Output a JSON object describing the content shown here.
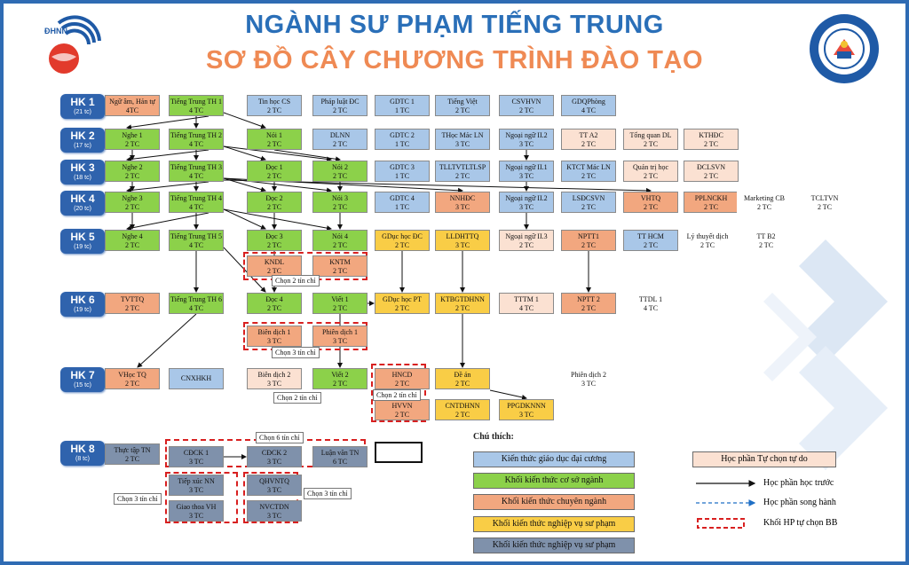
{
  "title_line1": "NGÀNH SƯ PHẠM TIẾNG TRUNG",
  "title_line2": "SƠ ĐỒ CÂY CHƯƠNG TRÌNH ĐÀO TẠO",
  "logo_left_text": "ĐHNN",
  "semesters": [
    {
      "label": "HK 1",
      "credits": "(21 tc)"
    },
    {
      "label": "HK 2",
      "credits": "(17 tc)"
    },
    {
      "label": "HK 3",
      "credits": "(18 tc)"
    },
    {
      "label": "HK 4",
      "credits": "(20 tc)"
    },
    {
      "label": "HK 5",
      "credits": "(19 tc)"
    },
    {
      "label": "HK 6",
      "credits": "(19 tc)"
    },
    {
      "label": "HK 7",
      "credits": "(15 tc)"
    },
    {
      "label": "HK 8",
      "credits": "(8 tc)"
    }
  ],
  "colors": {
    "blue": "#a9c7e8",
    "green": "#8cd14a",
    "orange": "#f2a77f",
    "yellow": "#f9cd46",
    "gray": "#7f91ab",
    "pink": "#fbe1d2",
    "title_blue": "#2a6fb8",
    "title_orange": "#ef8a54",
    "dashed_red": "#d82020"
  },
  "courses": [
    {
      "id": "ngu_am",
      "name": "Ngữ âm, Hán tự",
      "credits": "4TC",
      "color": "orange"
    },
    {
      "id": "tt1",
      "name": "Tiếng Trung TH 1",
      "credits": "4 TC",
      "color": "green"
    },
    {
      "id": "tinhoc",
      "name": "Tin học CS",
      "credits": "2 TC",
      "color": "blue"
    },
    {
      "id": "phapluat",
      "name": "Pháp luật ĐC",
      "credits": "2 TC",
      "color": "blue"
    },
    {
      "id": "gdtc1",
      "name": "GDTC 1",
      "credits": "1 TC",
      "color": "blue"
    },
    {
      "id": "tiengviet",
      "name": "Tiếng Việt",
      "credits": "2 TC",
      "color": "blue"
    },
    {
      "id": "csvhvn",
      "name": "CSVHVN",
      "credits": "2 TC",
      "color": "blue"
    },
    {
      "id": "gdqp",
      "name": "GDQPhòng",
      "credits": "4 TC",
      "color": "blue"
    },
    {
      "id": "nghe1",
      "name": "Nghe 1",
      "credits": "2 TC",
      "color": "green"
    },
    {
      "id": "tt2",
      "name": "Tiếng Trung TH 2",
      "credits": "4 TC",
      "color": "green"
    },
    {
      "id": "noi1",
      "name": "Nói 1",
      "credits": "2 TC",
      "color": "green"
    },
    {
      "id": "dlnn",
      "name": "DLNN",
      "credits": "2 TC",
      "color": "blue"
    },
    {
      "id": "gdtc2",
      "name": "GDTC 2",
      "credits": "1 TC",
      "color": "blue"
    },
    {
      "id": "thoc",
      "name": "THọc Mác LN",
      "credits": "3 TC",
      "color": "blue"
    },
    {
      "id": "nn2_1",
      "name": "Ngoại ngữ II.2",
      "credits": "3 TC",
      "color": "blue"
    },
    {
      "id": "tta2",
      "name": "TT A2",
      "credits": "2 TC",
      "color": "pink"
    },
    {
      "id": "tongquan",
      "name": "Tổng quan DL",
      "credits": "2 TC",
      "color": "pink"
    },
    {
      "id": "kthdc",
      "name": "KTHĐC",
      "credits": "2 TC",
      "color": "pink"
    },
    {
      "id": "nghe2",
      "name": "Nghe 2",
      "credits": "2 TC",
      "color": "green"
    },
    {
      "id": "tt3",
      "name": "Tiếng Trung TH 3",
      "credits": "4 TC",
      "color": "green"
    },
    {
      "id": "doc1",
      "name": "Đọc 1",
      "credits": "2 TC",
      "color": "green"
    },
    {
      "id": "noi2",
      "name": "Nói 2",
      "credits": "2 TC",
      "color": "green"
    },
    {
      "id": "gdtc3",
      "name": "GDTC 3",
      "credits": "1 TC",
      "color": "blue"
    },
    {
      "id": "tltv",
      "name": "TLLTVTLTLSP",
      "credits": "2 TC",
      "color": "blue"
    },
    {
      "id": "nn2_2",
      "name": "Ngoại ngữ II.1",
      "credits": "3 TC",
      "color": "blue"
    },
    {
      "id": "ktct",
      "name": "KTCT Mác LN",
      "credits": "2 TC",
      "color": "blue"
    },
    {
      "id": "quantri",
      "name": "Quản trị học",
      "credits": "2 TC",
      "color": "pink"
    },
    {
      "id": "dclsvn",
      "name": "ĐCLSVN",
      "credits": "2 TC",
      "color": "pink"
    },
    {
      "id": "nghe3",
      "name": "Nghe 3",
      "credits": "2 TC",
      "color": "green"
    },
    {
      "id": "tt4",
      "name": "Tiếng Trung TH 4",
      "credits": "4 TC",
      "color": "green"
    },
    {
      "id": "doc2",
      "name": "Đọc 2",
      "credits": "2 TC",
      "color": "green"
    },
    {
      "id": "noi3",
      "name": "Nói 3",
      "credits": "2 TC",
      "color": "green"
    },
    {
      "id": "gdtc4",
      "name": "GDTC 4",
      "credits": "1 TC",
      "color": "blue"
    },
    {
      "id": "nnhdc",
      "name": "NNHĐC",
      "credits": "3 TC",
      "color": "orange"
    },
    {
      "id": "nn2_3",
      "name": "Ngoại ngữ II.2",
      "credits": "3 TC",
      "color": "blue"
    },
    {
      "id": "lsdcsvn",
      "name": "LSĐCSVN",
      "credits": "2 TC",
      "color": "blue"
    },
    {
      "id": "vhtq",
      "name": "VHTQ",
      "credits": "2 TC",
      "color": "orange"
    },
    {
      "id": "pplnckh",
      "name": "PPLNCKH",
      "credits": "2 TC",
      "color": "orange"
    },
    {
      "id": "marketing",
      "name": "Marketing CB",
      "credits": "2 TC",
      "color": "none"
    },
    {
      "id": "tcltvn",
      "name": "TCLTVN",
      "credits": "2 TC",
      "color": "none"
    },
    {
      "id": "nghe4",
      "name": "Nghe 4",
      "credits": "2 TC",
      "color": "green"
    },
    {
      "id": "tt5",
      "name": "Tiếng Trung TH 5",
      "credits": "4 TC",
      "color": "green"
    },
    {
      "id": "doc3",
      "name": "Đọc 3",
      "credits": "2 TC",
      "color": "green"
    },
    {
      "id": "noi4",
      "name": "Nói 4",
      "credits": "2 TC",
      "color": "green"
    },
    {
      "id": "gdhoc",
      "name": "GDục học ĐC",
      "credits": "2 TC",
      "color": "yellow"
    },
    {
      "id": "lldhttq",
      "name": "LLDHTTQ",
      "credits": "3 TC",
      "color": "yellow"
    },
    {
      "id": "nn2_4",
      "name": "Ngoại ngữ II.3",
      "credits": "2 TC",
      "color": "pink"
    },
    {
      "id": "nptt1",
      "name": "NPTT1",
      "credits": "2 TC",
      "color": "orange"
    },
    {
      "id": "tthcm",
      "name": "TT HCM",
      "credits": "2 TC",
      "color": "blue"
    },
    {
      "id": "lythuyet",
      "name": "Lý thuyết dịch",
      "credits": "2 TC",
      "color": "none"
    },
    {
      "id": "ttb2",
      "name": "TT B2",
      "credits": "2 TC",
      "color": "none"
    },
    {
      "id": "kndl",
      "name": "KNDL",
      "credits": "2 TC",
      "color": "orange"
    },
    {
      "id": "kntm",
      "name": "KNTM",
      "credits": "2 TC",
      "color": "orange"
    },
    {
      "id": "tvttq",
      "name": "TVTTQ",
      "credits": "2 TC",
      "color": "orange"
    },
    {
      "id": "tt6",
      "name": "Tiếng Trung TH 6",
      "credits": "4 TC",
      "color": "green"
    },
    {
      "id": "doc4",
      "name": "Đọc 4",
      "credits": "2 TC",
      "color": "green"
    },
    {
      "id": "viet1",
      "name": "Viết 1",
      "credits": "2 TC",
      "color": "green"
    },
    {
      "id": "gdhocpt",
      "name": "GDục học PT",
      "credits": "2 TC",
      "color": "yellow"
    },
    {
      "id": "ktbg",
      "name": "KTBGTDHNN",
      "credits": "2 TC",
      "color": "yellow"
    },
    {
      "id": "tttm1",
      "name": "TTTM 1",
      "credits": "4 TC",
      "color": "pink"
    },
    {
      "id": "nptt2",
      "name": "NPTT 2",
      "credits": "2 TC",
      "color": "orange"
    },
    {
      "id": "ttdl1",
      "name": "TTDL 1",
      "credits": "4 TC",
      "color": "none"
    },
    {
      "id": "biendich1",
      "name": "Biên dịch 1",
      "credits": "3 TC",
      "color": "orange"
    },
    {
      "id": "phiendich1",
      "name": "Phiên dịch 1",
      "credits": "3 TC",
      "color": "orange"
    },
    {
      "id": "vhoctq",
      "name": "VHọc TQ",
      "credits": "2 TC",
      "color": "orange"
    },
    {
      "id": "cnxhkh",
      "name": "CNXHKH",
      "credits": "",
      "color": "blue"
    },
    {
      "id": "biendich2",
      "name": "Biên dịch 2",
      "credits": "3 TC",
      "color": "pink"
    },
    {
      "id": "viet2",
      "name": "Viết 2",
      "credits": "2 TC",
      "color": "green"
    },
    {
      "id": "hncd",
      "name": "HNCD",
      "credits": "2 TC",
      "color": "orange"
    },
    {
      "id": "hvvn",
      "name": "HVVN",
      "credits": "2 TC",
      "color": "orange"
    },
    {
      "id": "dean",
      "name": "Đề án",
      "credits": "2 TC",
      "color": "yellow"
    },
    {
      "id": "cntdhnn",
      "name": "CNTDHNN",
      "credits": "2 TC",
      "color": "yellow"
    },
    {
      "id": "ppgdknnn",
      "name": "PPGDKNNN",
      "credits": "3 TC",
      "color": "yellow"
    },
    {
      "id": "phiendich2",
      "name": "Phiên dịch 2",
      "credits": "3 TC",
      "color": "none"
    },
    {
      "id": "thuctap",
      "name": "Thực tập TN",
      "credits": "2 TC",
      "color": "gray"
    },
    {
      "id": "cdck1",
      "name": "CĐCK 1",
      "credits": "3 TC",
      "color": "gray"
    },
    {
      "id": "cdck2",
      "name": "CĐCK 2",
      "credits": "3 TC",
      "color": "gray"
    },
    {
      "id": "luanvan",
      "name": "Luận văn TN",
      "credits": "6 TC",
      "color": "gray"
    },
    {
      "id": "tiepxuc",
      "name": "Tiếp xúc NN",
      "credits": "3 TC",
      "color": "gray"
    },
    {
      "id": "qhvntq",
      "name": "QHVNTQ",
      "credits": "3 TC",
      "color": "gray"
    },
    {
      "id": "giaothoa",
      "name": "Giao thoa VH",
      "credits": "3 TC",
      "color": "gray"
    },
    {
      "id": "nvctdn",
      "name": "NVCTDN",
      "credits": "3 TC",
      "color": "gray"
    }
  ],
  "elective_labels": [
    {
      "id": "sel_kndl",
      "text": "Chọn 2 tín chỉ"
    },
    {
      "id": "sel_bd1",
      "text": "Chọn 3 tín chỉ"
    },
    {
      "id": "sel_hk7a",
      "text": "Chọn 2 tín chỉ"
    },
    {
      "id": "sel_hncd",
      "text": "Chọn 2 tín chỉ"
    },
    {
      "id": "sel_cdck",
      "text": "Chọn 6 tín chỉ"
    },
    {
      "id": "sel_tiepxuc",
      "text": "Chọn 3 tín chỉ"
    },
    {
      "id": "sel_qhvn",
      "text": "Chọn 3 tín chỉ"
    }
  ],
  "legend": {
    "title": "Chú thích:",
    "items": [
      {
        "text": "Kiến thức giáo dục đại cương",
        "color": "#a9c7e8"
      },
      {
        "text": "Khối kiến thức cơ sở ngành",
        "color": "#8cd14a"
      },
      {
        "text": "Khối kiến thức chuyên ngành",
        "color": "#f2a77f"
      },
      {
        "text": "Khối kiến thức nghiệp vụ sư phạm",
        "color": "#f9cd46"
      },
      {
        "text": "Khối kiến thức nghiệp vụ sư phạm",
        "color": "#7f91ab"
      }
    ],
    "elective_free": "Học phần Tự chọn tự do",
    "prereq": "Học phần học trước",
    "parallel": "Học phần song hành",
    "required_elective": "Khối HP tự chọn BB"
  }
}
